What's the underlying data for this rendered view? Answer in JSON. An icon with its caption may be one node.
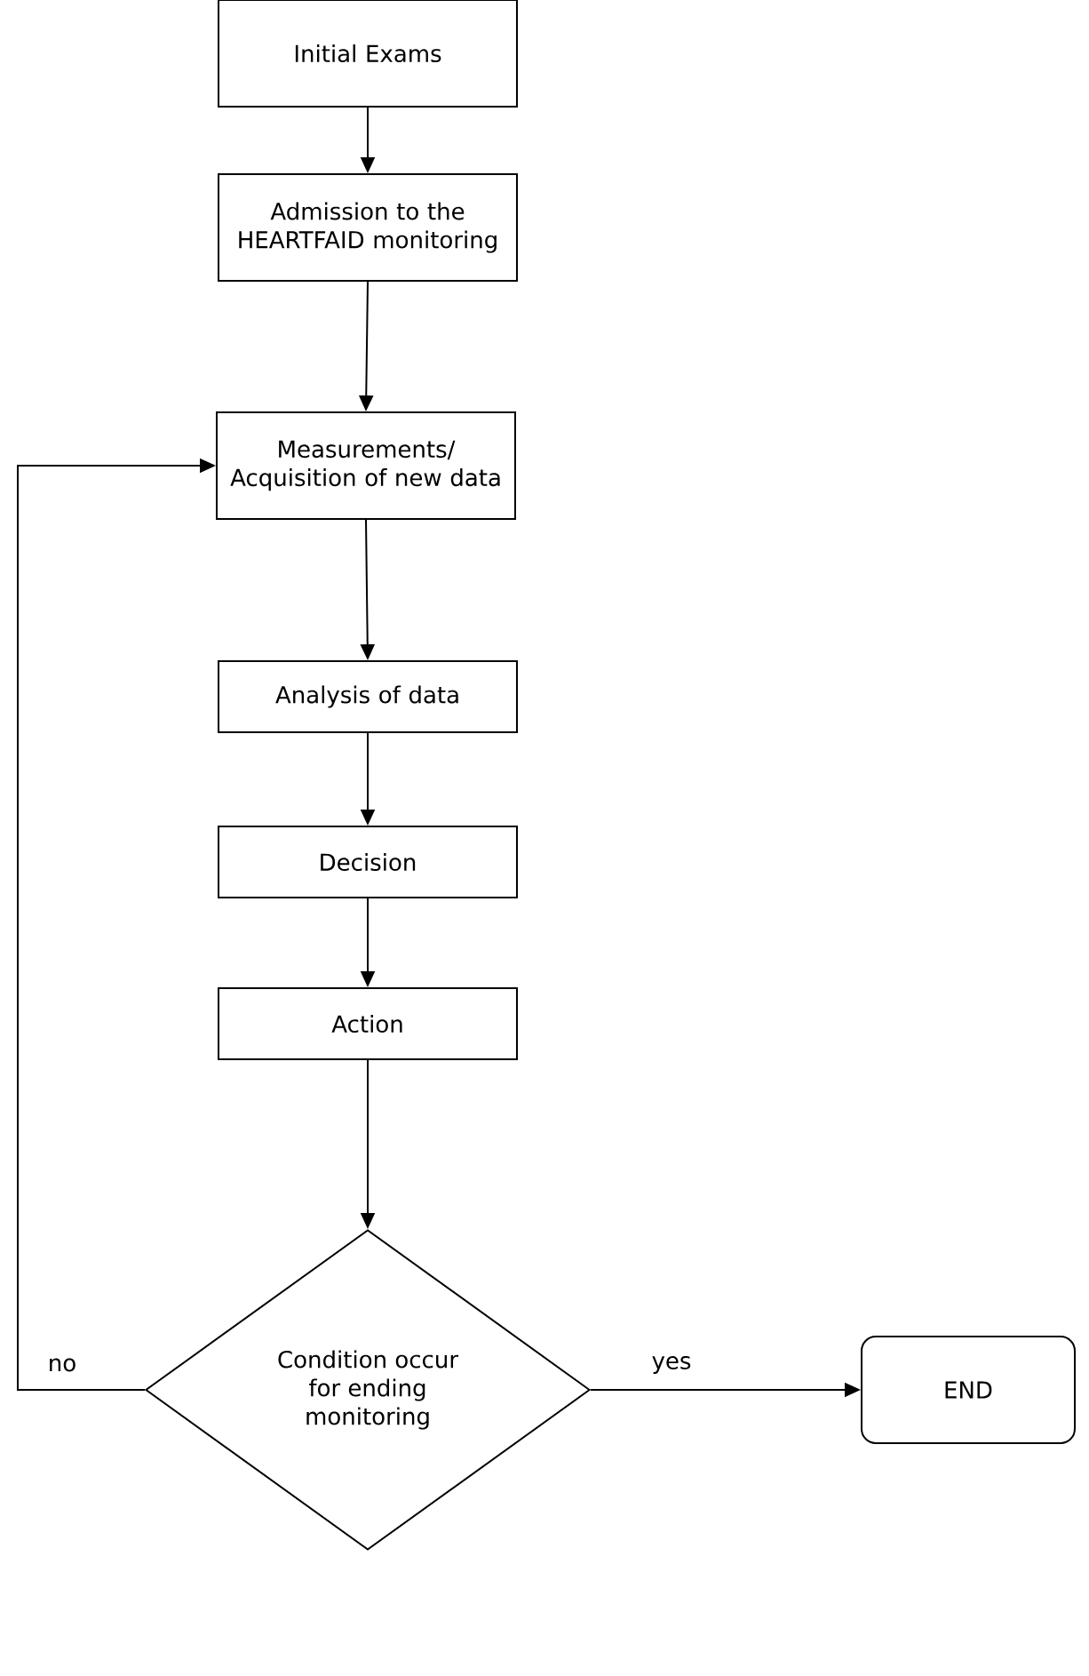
{
  "diagram": {
    "nodes": [
      {
        "text": [
          "Initial Exams"
        ]
      },
      {
        "text": [
          "Admission to the HEARTFAID monitoring"
        ]
      },
      {
        "text": [
          "Measurements/ Acquisition of new data"
        ]
      },
      {
        "text": [
          "Analysis of data"
        ]
      },
      {
        "text": [
          "Decision"
        ]
      },
      {
        "text": [
          "Action"
        ]
      },
      {
        "text": [
          "Condition occur for ending monitoring"
        ]
      },
      {
        "text": [
          "END"
        ]
      }
    ],
    "edges": [
      {
        "from": 0,
        "to": 1,
        "arrow": "to"
      },
      {
        "from": 1,
        "to": 2,
        "arrow": "to"
      },
      {
        "from": 2,
        "to": 3,
        "arrow": "to"
      },
      {
        "from": 3,
        "to": 4,
        "arrow": "to"
      },
      {
        "from": 4,
        "to": 5,
        "arrow": "to"
      },
      {
        "from": 5,
        "to": 6,
        "arrow": "to"
      },
      {
        "from": 6,
        "to": 7,
        "arrow": "to",
        "label": "yes"
      },
      {
        "from": 6,
        "to": 2,
        "arrow": "to",
        "label": "no"
      }
    ]
  }
}
